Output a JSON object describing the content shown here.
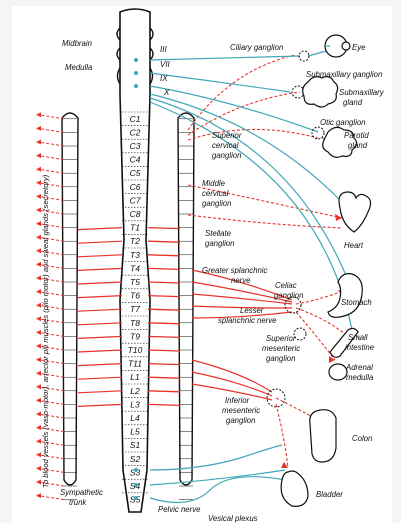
{
  "colors": {
    "sympathetic": "#e8332a",
    "parasympathetic": "#3fa8b8",
    "ink": "#111111",
    "paper": "#ffffff"
  },
  "brain": {
    "midbrain": "Midbrain",
    "medulla": "Medulla"
  },
  "cranial_nerves": [
    "III",
    "VII",
    "IX",
    "X"
  ],
  "cord_segments": [
    "C1",
    "C2",
    "C3",
    "C4",
    "C5",
    "C6",
    "C7",
    "C8",
    "T1",
    "T2",
    "T3",
    "T4",
    "T5",
    "T6",
    "T7",
    "T8",
    "T9",
    "T10",
    "T11",
    "L1",
    "L2",
    "L3",
    "L4",
    "L5",
    "S1",
    "S2",
    "S3",
    "S4",
    "S5"
  ],
  "side_text": "To blood vessels (vaso-motor), arrector pili muscles (pilo motor) and sweat glands (secretory)",
  "labels": {
    "ciliary_ganglion": "Ciliary ganglion",
    "eye": "Eye",
    "submaxillary_ganglion": "Submaxillary ganglion",
    "submaxillary_gland_1": "Submaxillary",
    "submaxillary_gland_2": "gland",
    "otic_ganglion": "Otic ganglion",
    "parotid_gland_1": "Parotid",
    "parotid_gland_2": "gland",
    "superior_cervical_1": "Superior",
    "superior_cervical_2": "cervical",
    "superior_cervical_3": "ganglion",
    "middle_cervical_1": "Middle",
    "middle_cervical_2": "cervical",
    "middle_cervical_3": "ganglion",
    "stellate_1": "Stellate",
    "stellate_2": "ganglion",
    "heart": "Heart",
    "greater_splanchnic_1": "Greater splanchnic",
    "greater_splanchnic_2": "nerve",
    "celiac_1": "Celiac",
    "celiac_2": "ganglion",
    "stomach": "Stomach",
    "lesser_splanchnic_1": "Lesser",
    "lesser_splanchnic_2": "splanchnic nerve",
    "small_intestine_1": "Small",
    "small_intestine_2": "intestine",
    "superior_mesenteric_1": "Superior",
    "superior_mesenteric_2": "mesenteric",
    "superior_mesenteric_3": "ganglion",
    "adrenal_1": "Adrenal",
    "adrenal_2": "medulla",
    "inferior_mesenteric_1": "Inferior",
    "inferior_mesenteric_2": "mesenteric",
    "inferior_mesenteric_3": "ganglion",
    "colon": "Colon",
    "sympathetic_trunk_1": "Sympathetic",
    "sympathetic_trunk_2": "trunk",
    "pelvic_nerve": "Pelvic nerve",
    "bladder": "Bladder",
    "vesical_plexus": "Vesical plexus"
  }
}
